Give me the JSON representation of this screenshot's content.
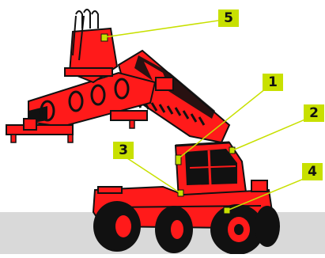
{
  "colors": {
    "machine_red": "#ff1a1a",
    "outline_black": "#111111",
    "ground_gray": "#d9d9d9",
    "highlight_yellow_green": "#c8e000",
    "leader_line": "#c8e000",
    "background": "#ffffff"
  },
  "callouts": [
    {
      "label": "1",
      "target": "cab-upper-light"
    },
    {
      "label": "2",
      "target": "cab-roof-light"
    },
    {
      "label": "3",
      "target": "chassis-front-light"
    },
    {
      "label": "4",
      "target": "chassis-side-box"
    },
    {
      "label": "5",
      "target": "spreader-head-box"
    }
  ]
}
